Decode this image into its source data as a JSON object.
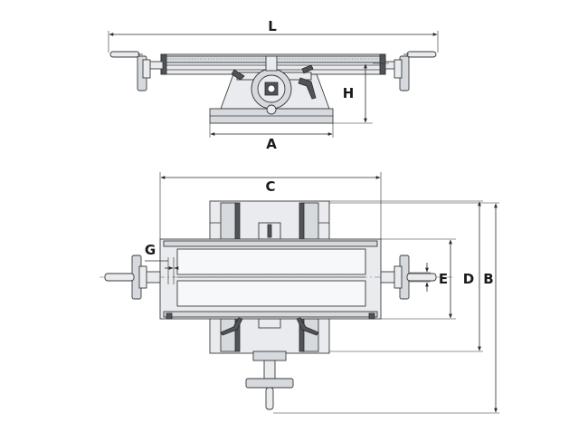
{
  "labels": {
    "L": "L",
    "H": "H",
    "A": "A",
    "C": "C",
    "G": "G",
    "E": "E",
    "D": "D",
    "B": "B"
  },
  "colors": {
    "line": "#2b2b2b",
    "metal_light": "#e9ebee",
    "metal_mid": "#d6d9dd",
    "metal_dark": "#505459"
  }
}
